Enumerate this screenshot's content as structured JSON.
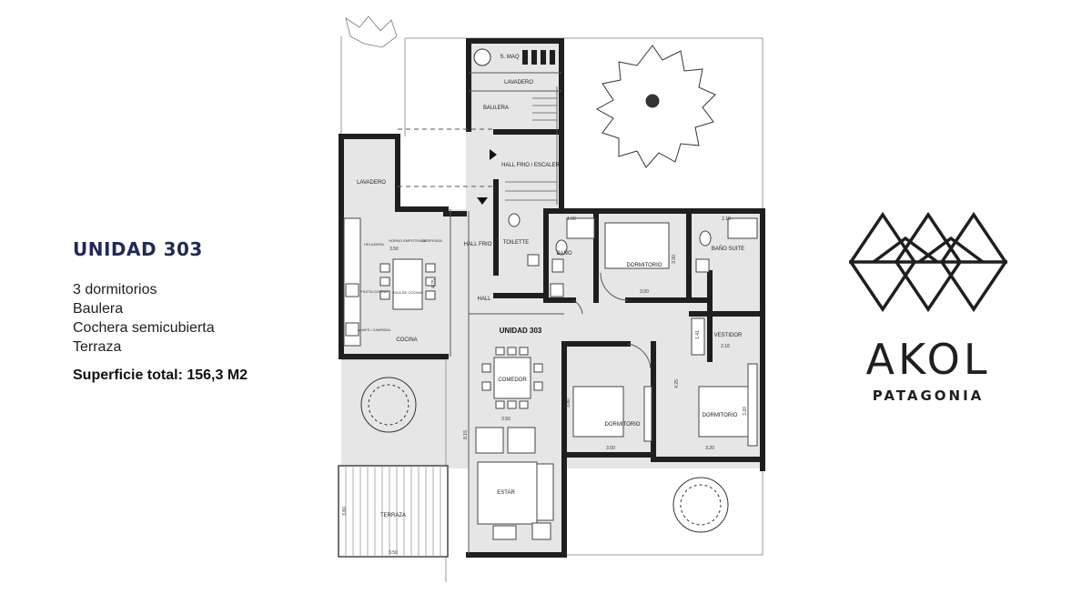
{
  "colors": {
    "title": "#1f2a55",
    "wall": "#1f1f1f",
    "floor": "#e6e6e6",
    "line": "#777777",
    "brand": "#1f2a55"
  },
  "info": {
    "title": "UNIDAD 303",
    "features": [
      "3 dormitorios",
      "Baulera",
      "Cochera semicubierta",
      "Terraza"
    ],
    "surface": "Superficie total: 156,3 M2"
  },
  "plan": {
    "unit_label": "UNIDAD 303",
    "rooms": {
      "maq": "S. MAQ",
      "lavadero_top": "LAVADERO",
      "baulera": "BAULERA",
      "hall_frio_escalera": "HALL FRIO / ESCALERA",
      "lavadero": "LAVADERO",
      "hall_frio": "HALL FRIO",
      "hall": "HALL",
      "toilette": "TOILETTE",
      "bano": "BAÑO",
      "dormitorio_1": "DORMITORIO",
      "bano_suite": "BAÑO SUITE",
      "vestidor": "VESTIDOR",
      "cocina": "COCINA",
      "comedor": "COMEDOR",
      "dormitorio_2": "DORMITORIO",
      "dormitorio_3": "DORMITORIO",
      "estar": "ESTAR",
      "terraza": "TERRAZA"
    },
    "appliances": {
      "heladera": "HELADERA",
      "horno": "HORNO EMPOTRADO",
      "despensa": "DESPENSA",
      "isla": "ISLA DE COCINA",
      "pileta": "PILETA COCINA",
      "anafe": "ANAFE / CAMPANA"
    },
    "dims": {
      "d350_cocina": "3.50",
      "d475": "4.75",
      "d156": "1.56",
      "d300_d1w": "3.00",
      "d300_d1h": "3.00",
      "d210": "2.10",
      "d216": "2.16",
      "d141": "1.41",
      "d350_comedor": "3.50",
      "d815": "8.15",
      "d380": "3.80",
      "d300_d2": "3.00",
      "d425": "4.25",
      "d320": "3.20",
      "d320_v": "3.20",
      "d380_terr": "3.80",
      "d350_terr": "3.50"
    }
  },
  "brand": {
    "name": "AKOL",
    "subtitle": "PATAGONIA"
  }
}
